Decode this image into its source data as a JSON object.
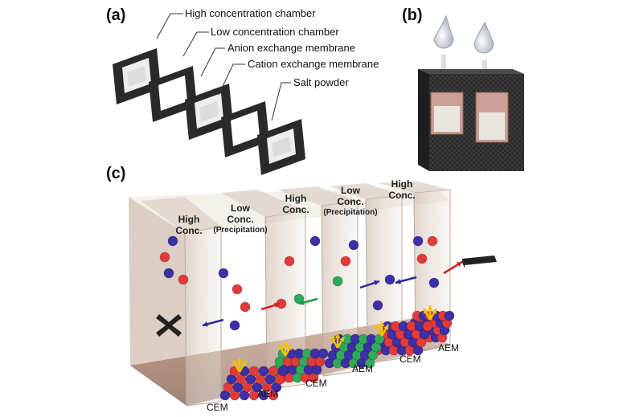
{
  "panels": {
    "a": "(a)",
    "b": "(b)",
    "c": "(c)"
  },
  "callouts": [
    "High concentration chamber",
    "Low concentration chamber",
    "Anion exchange membrane",
    "Cation exchange membrane",
    "Salt powder"
  ],
  "chambers": [
    {
      "line1": "High",
      "line2": "Conc.",
      "sub": ""
    },
    {
      "line1": "Low",
      "line2": "Conc.",
      "sub": "(Precipitation)"
    },
    {
      "line1": "High",
      "line2": "Conc.",
      "sub": ""
    },
    {
      "line1": "Low",
      "line2": "Conc.",
      "sub": "(Precipitation)"
    },
    {
      "line1": "High",
      "line2": "Conc.",
      "sub": ""
    }
  ],
  "membranes": [
    "CEM",
    "AEM",
    "CEM",
    "AEM",
    "CEM",
    "AEM"
  ],
  "colors": {
    "frame": "#2a2a2a",
    "cation_membrane": "#e0a08a",
    "anion_membrane": "#9aa6b8",
    "salt": "#dcdcdc",
    "cation_ion": "#e23a3a",
    "anion_ion": "#3d2fa8",
    "precipitate_ion": "#2faa5a",
    "arrow_red": "#d42020",
    "arrow_blue": "#2a2a9a",
    "arrow_green": "#1a9a4a",
    "arrow_yellow": "#f2c200",
    "tank_glass": "#d9c9bd"
  }
}
